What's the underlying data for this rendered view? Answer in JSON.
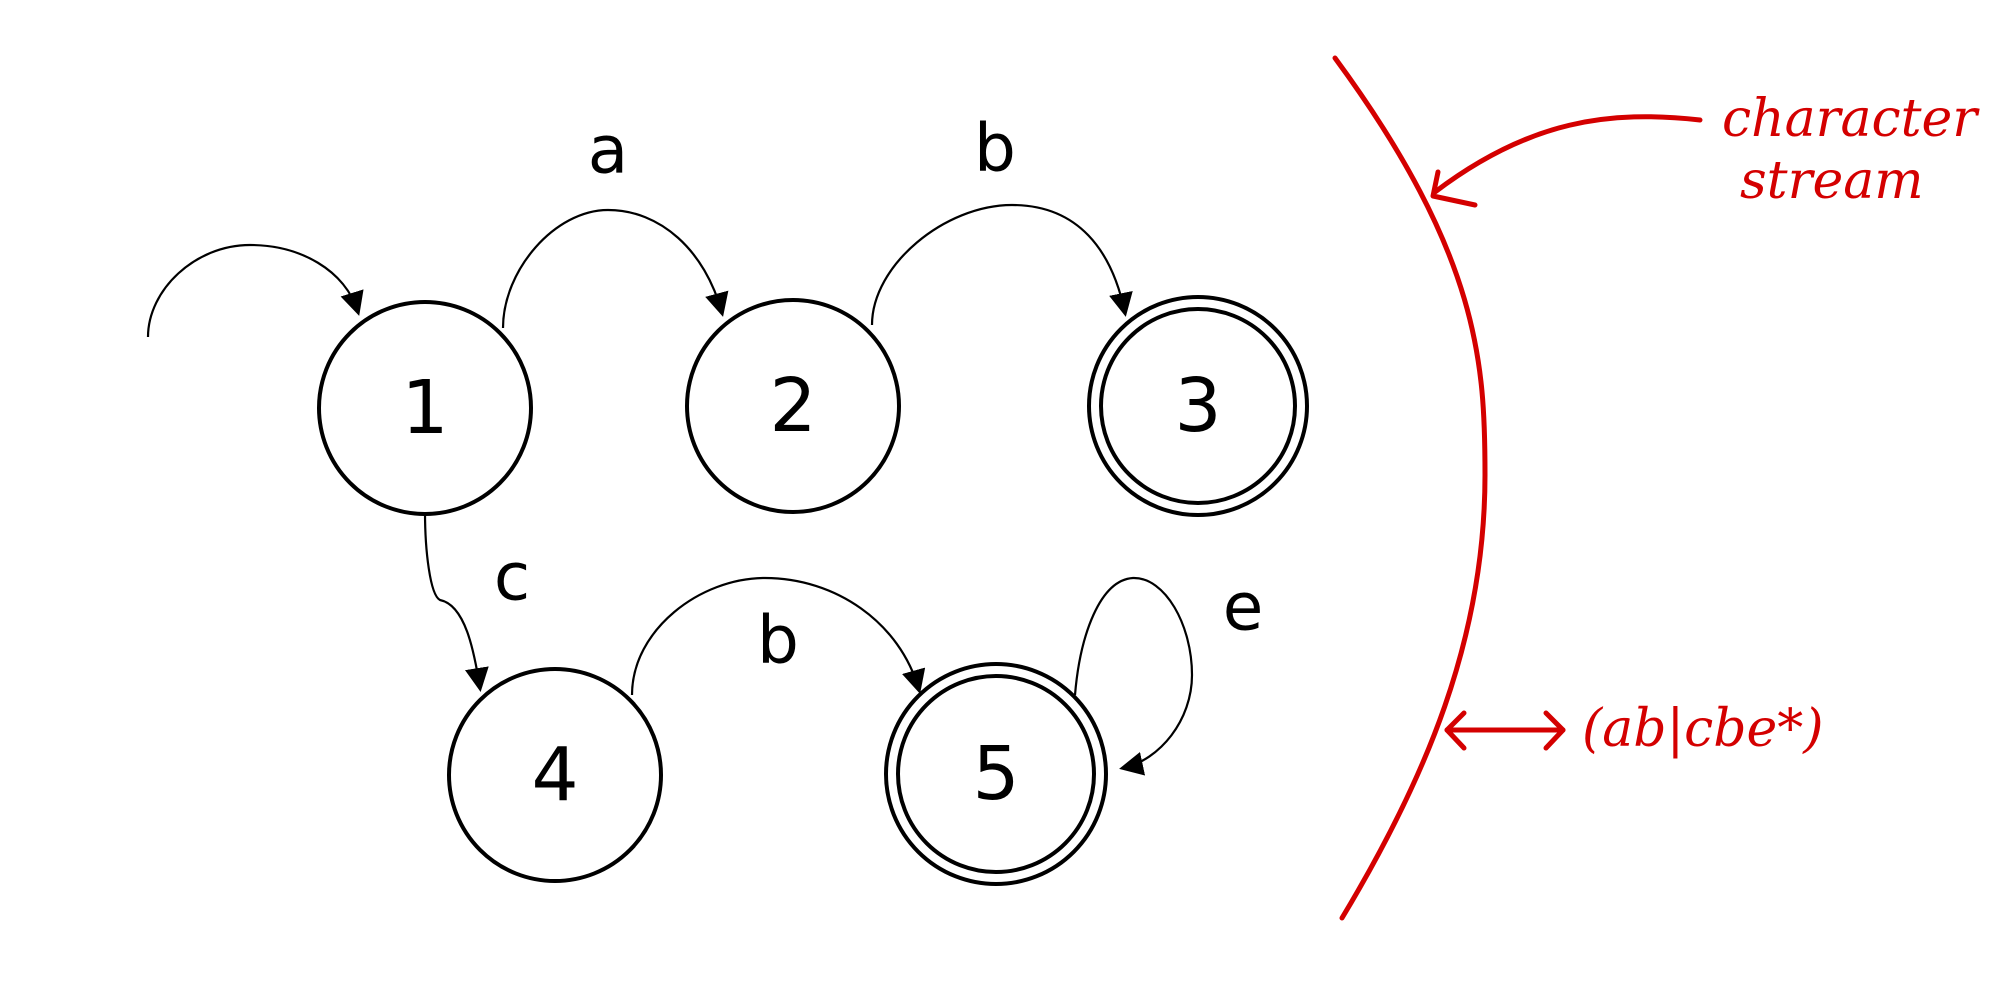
{
  "diagram": {
    "states": [
      {
        "id": "1",
        "label": "1",
        "accepting": false
      },
      {
        "id": "2",
        "label": "2",
        "accepting": false
      },
      {
        "id": "3",
        "label": "3",
        "accepting": true
      },
      {
        "id": "4",
        "label": "4",
        "accepting": false
      },
      {
        "id": "5",
        "label": "5",
        "accepting": true
      }
    ],
    "transitions": [
      {
        "from": "start",
        "to": "1",
        "label": ""
      },
      {
        "from": "1",
        "to": "2",
        "label": "a"
      },
      {
        "from": "2",
        "to": "3",
        "label": "b"
      },
      {
        "from": "1",
        "to": "4",
        "label": "c"
      },
      {
        "from": "4",
        "to": "5",
        "label": "b"
      },
      {
        "from": "5",
        "to": "5",
        "label": "e"
      }
    ],
    "annotations": {
      "stream_label_line1": "character",
      "stream_label_line2": "stream",
      "regex": "(ab|cbe*)"
    },
    "colors": {
      "ink": "#000000",
      "annotation": "#d40000"
    }
  }
}
